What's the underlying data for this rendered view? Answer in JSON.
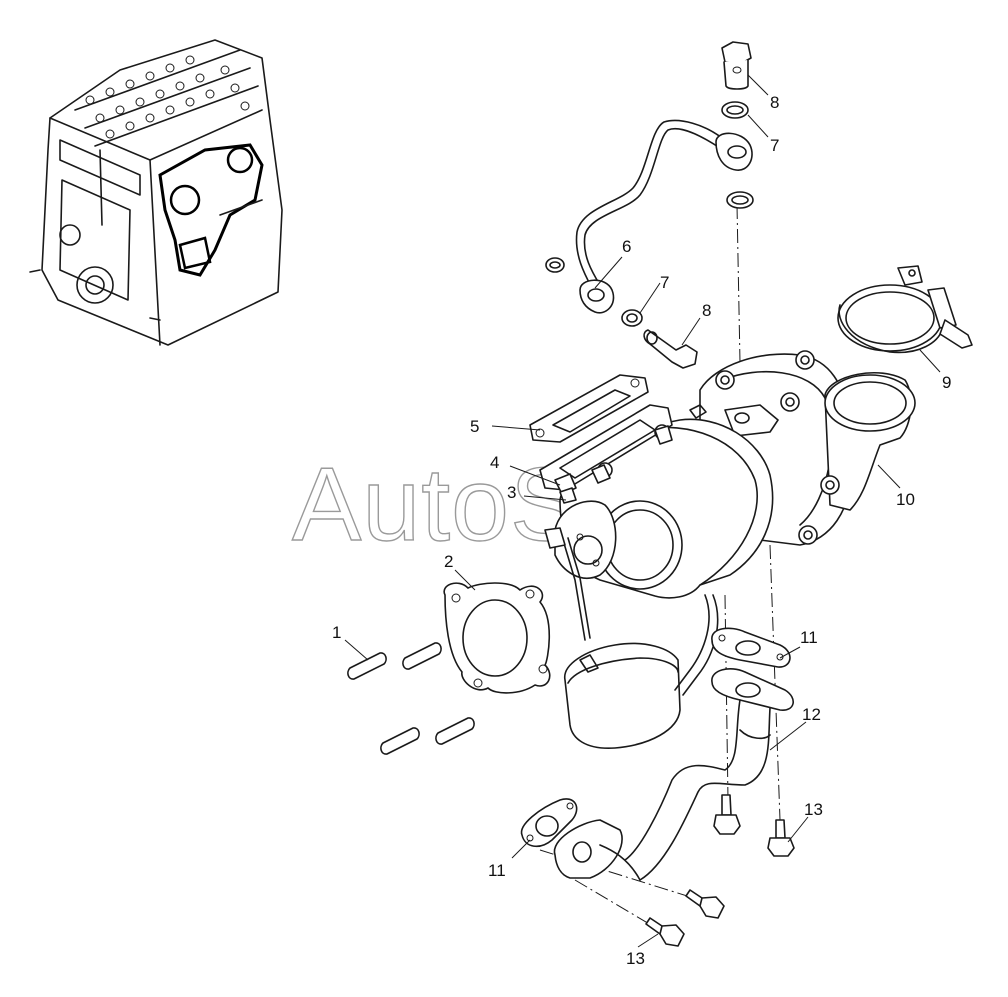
{
  "watermark": {
    "text": "AutoSoft"
  },
  "callouts": {
    "c1": "1",
    "c2": "2",
    "c3": "3",
    "c4": "4",
    "c5": "5",
    "c6": "6",
    "c7a": "7",
    "c7b": "7",
    "c8a": "8",
    "c8b": "8",
    "c9": "9",
    "c10": "10",
    "c11a": "11",
    "c11b": "11",
    "c12": "12",
    "c13a": "13",
    "c13b": "13"
  }
}
